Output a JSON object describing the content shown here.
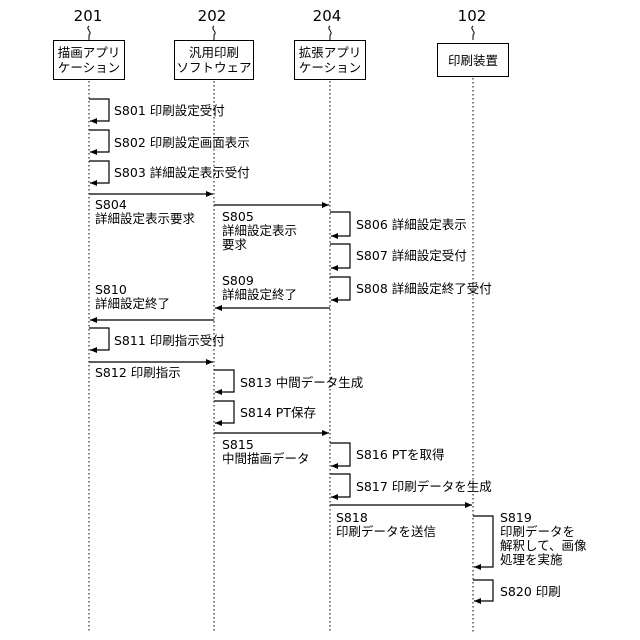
{
  "lifelines": [
    {
      "number": "201",
      "name": "描画アプリ\nケーション"
    },
    {
      "number": "202",
      "name": "汎用印刷\nソフトウェア"
    },
    {
      "number": "204",
      "name": "拡張アプリ\nケーション"
    },
    {
      "number": "102",
      "name": "印刷装置"
    }
  ],
  "steps": [
    {
      "id": "s801",
      "text": "S801 印刷設定受付"
    },
    {
      "id": "s802",
      "text": "S802 印刷設定画面表示"
    },
    {
      "id": "s803",
      "text": "S803 詳細設定表示受付"
    },
    {
      "id": "s804",
      "text": "S804\n詳細設定表示要求"
    },
    {
      "id": "s805",
      "text": "S805\n詳細設定表示\n要求"
    },
    {
      "id": "s806",
      "text": "S806 詳細設定表示"
    },
    {
      "id": "s807",
      "text": "S807 詳細設定受付"
    },
    {
      "id": "s808",
      "text": "S808 詳細設定終了受付"
    },
    {
      "id": "s809",
      "text": "S809\n詳細設定終了"
    },
    {
      "id": "s810",
      "text": "S810\n詳細設定終了"
    },
    {
      "id": "s811",
      "text": "S811 印刷指示受付"
    },
    {
      "id": "s812",
      "text": "S812 印刷指示"
    },
    {
      "id": "s813",
      "text": "S813 中間データ生成"
    },
    {
      "id": "s814",
      "text": "S814 PT保存"
    },
    {
      "id": "s815",
      "text": "S815\n中間描画データ"
    },
    {
      "id": "s816",
      "text": "S816 PTを取得"
    },
    {
      "id": "s817",
      "text": "S817 印刷データを生成"
    },
    {
      "id": "s818",
      "text": "S818\n印刷データを送信"
    },
    {
      "id": "s819",
      "text": "S819\n印刷データを\n解釈して、画像\n処理を実施"
    },
    {
      "id": "s820",
      "text": "S820 印刷"
    }
  ]
}
